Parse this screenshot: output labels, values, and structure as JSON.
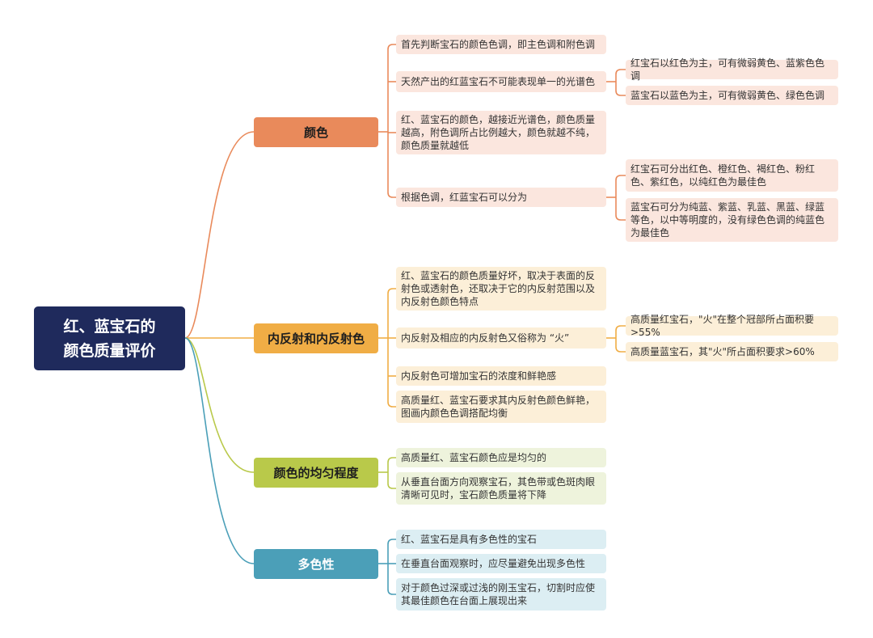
{
  "root": {
    "label": "红、蓝宝石的\n颜色质量评价",
    "color": "#1f2a5c"
  },
  "branches": [
    {
      "label": "颜色",
      "color": "#e98a5b",
      "leaf_color": "#fbe6de",
      "items": [
        {
          "text": "首先判断宝石的颜色色调，即主色调和附色调"
        },
        {
          "text": "天然产出的红蓝宝石不可能表现单一的光谱色",
          "children": [
            {
              "text": "红宝石以红色为主，可有微弱黄色、蓝紫色色调"
            },
            {
              "text": "蓝宝石以蓝色为主，可有微弱黄色、绿色色调"
            }
          ]
        },
        {
          "text": "红、蓝宝石的颜色，越接近光谱色，颜色质量越高，附色调所占比例越大，颜色就越不纯，颜色质量就越低"
        },
        {
          "text": "根据色调，红蓝宝石可以分为",
          "children": [
            {
              "text": "红宝石可分出红色、橙红色、褐红色、粉红色、紫红色，以纯红色为最佳色"
            },
            {
              "text": "蓝宝石可分为纯蓝、紫蓝、乳蓝、黑蓝、绿蓝等色，以中等明度的，没有绿色色调的纯蓝色为最佳色"
            }
          ]
        }
      ]
    },
    {
      "label": "内反射和内反射色",
      "color": "#f0ad45",
      "leaf_color": "#fcefd8",
      "items": [
        {
          "text": "红、蓝宝石的颜色质量好坏，取决于表面的反射色或透射色，还取决于它的内反射范围以及内反射色颜色特点"
        },
        {
          "text": "内反射及相应的内反射色又俗称为 “火”",
          "children": [
            {
              "text": "高质量红宝石，\"火\"在整个冠部所占面积要>55%"
            },
            {
              "text": "高质量蓝宝石，其\"火\"所占面积要求>60%"
            }
          ]
        },
        {
          "text": "内反射色可增加宝石的浓度和鲜艳感"
        },
        {
          "text": "高质量红、蓝宝石要求其内反射色颜色鲜艳，图画内颜色色调搭配均衡"
        }
      ]
    },
    {
      "label": "颜色的均匀程度",
      "color": "#b9c94a",
      "leaf_color": "#eef3dc",
      "items": [
        {
          "text": "高质量红、蓝宝石颜色应是均匀的"
        },
        {
          "text": "从垂直台面方向观察宝石，其色带或色斑肉眼清晰可见时，宝石颜色质量将下降"
        }
      ]
    },
    {
      "label": "多色性",
      "color": "#4b9fb8",
      "leaf_color": "#dceef3",
      "items": [
        {
          "text": "红、蓝宝石是具有多色性的宝石"
        },
        {
          "text": "在垂直台面观察时，应尽量避免出现多色性"
        },
        {
          "text": "对于颜色过深或过浅的刚玉宝石，切割时应使其最佳颜色在台面上展现出来"
        }
      ]
    }
  ]
}
